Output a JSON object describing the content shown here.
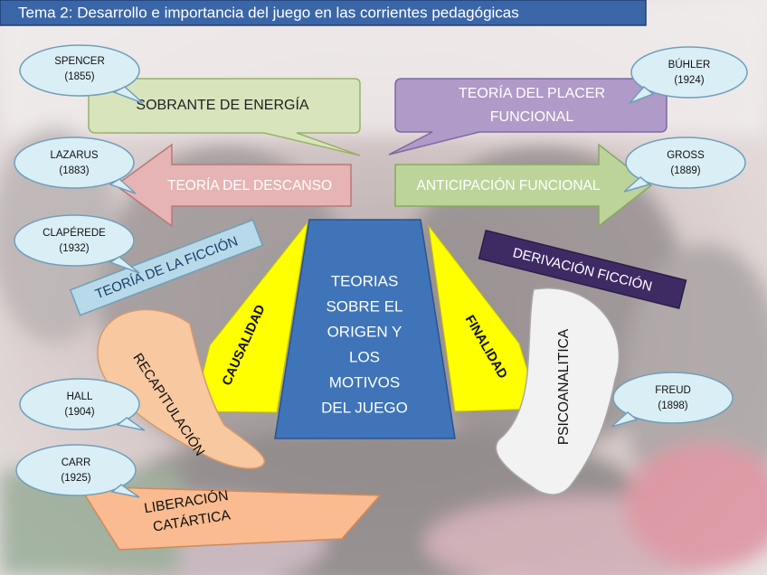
{
  "title": "Tema 2: Desarrollo e importancia del juego en las corrientes pedagógicas",
  "center": [
    "TEORIAS",
    "SOBRE EL",
    "ORIGEN Y",
    "LOS",
    "MOTIVOS",
    "DEL  JUEGO"
  ],
  "theories": {
    "sobrante": "SOBRANTE DE ENERGÍA",
    "placer": [
      "TEORÍA DEL PLACER",
      "FUNCIONAL"
    ],
    "descanso": "TEORÍA DEL DESCANSO",
    "anticipacion": "ANTICIPACIÓN FUNCIONAL",
    "ficcion": "TEORÍA DE LA FICCIÓN",
    "derivacion": "DERIVACIÓN FICCIÓN",
    "causalidad": "CAUSALIDAD",
    "finalidad": "FINALIDAD",
    "recapitulacion": "RECAPITULACIÓN",
    "psicoanalitica": "PSICOANALITICA",
    "liberacion": [
      "LIBERACIÓN",
      "CATÁRTICA"
    ]
  },
  "authors": {
    "spencer": [
      "SPENCER",
      "(1855)"
    ],
    "buhler": [
      "BÚHLER",
      "(1924)"
    ],
    "lazarus": [
      "LAZARUS",
      "(1883)"
    ],
    "gross": [
      "GROSS",
      "(1889)"
    ],
    "claperede": [
      "CLAPÉREDE",
      "(1932)"
    ],
    "hall": [
      "HALL",
      "(1904)"
    ],
    "freud": [
      "FREUD",
      "(1898)"
    ],
    "carr": [
      "CARR",
      "(1925)"
    ]
  },
  "colors": {
    "title_bg": "#3a66a8",
    "center_fill": "#3f74b8",
    "sobrante_fill": "#d8e4bc",
    "placer_fill": "#b09ac8",
    "descanso_fill": "#e6b4b4",
    "anticipacion_fill": "#bcd49a",
    "ficcion_fill": "#b7d9ea",
    "derivacion_fill": "#3e2b64",
    "yellow_fill": "#ffff00",
    "recap_fill": "#f8c8a0",
    "psico_fill": "#f2f2f2",
    "liberacion_fill": "#f9bb8f",
    "author_fill": "#daeef5"
  }
}
